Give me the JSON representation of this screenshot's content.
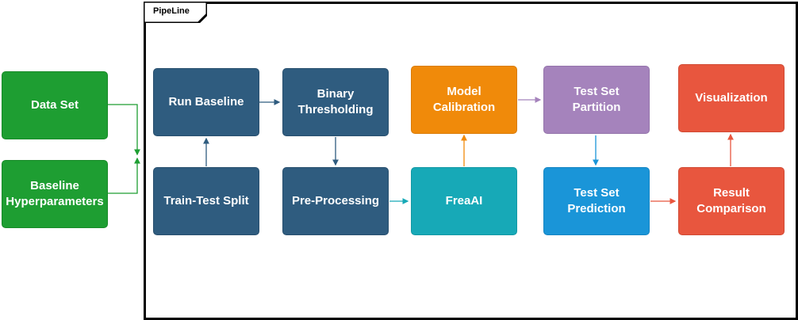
{
  "pipeline": {
    "label": "PipeLine"
  },
  "inputs": {
    "data_set": "Data Set",
    "baseline_hyperparameters": "Baseline\nHyperparameters"
  },
  "steps": {
    "run_baseline": "Run Baseline",
    "binary_thresholding": "Binary\nThresholding",
    "model_calibration": "Model\nCalibration",
    "test_set_partition": "Test Set\nPartition",
    "visualization": "Visualization",
    "train_test_split": "Train-Test Split",
    "pre_processing": "Pre-Processing",
    "freaai": "FreaAI",
    "test_set_prediction": "Test Set\nPrediction",
    "result_comparison": "Result\nComparison"
  },
  "colors": {
    "green": "#1e9e32",
    "navy": "#2f5c7f",
    "orange": "#f08a0a",
    "purple": "#a583bc",
    "red": "#e8563e",
    "teal": "#17a9b7",
    "blue": "#1a95d8"
  }
}
